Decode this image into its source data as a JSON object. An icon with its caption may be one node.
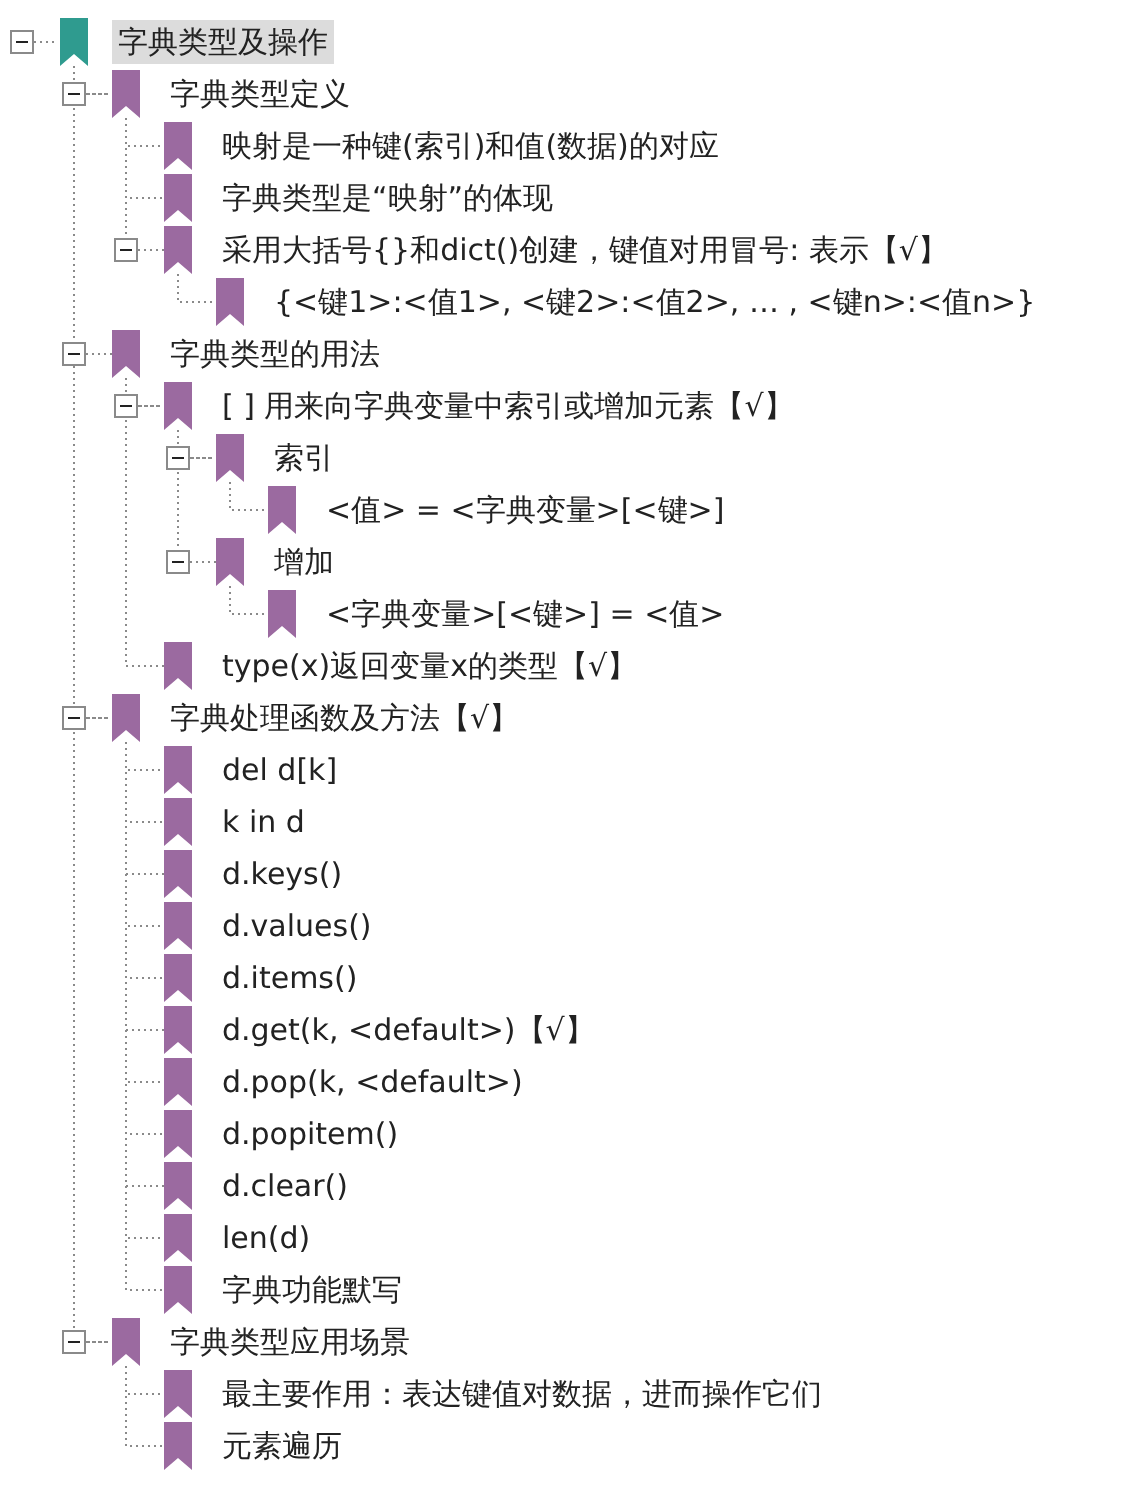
{
  "diagram": {
    "nodes": [
      {
        "text": [
          "字典类型及操作"
        ]
      },
      {
        "text": [
          "字典类型定义"
        ]
      },
      {
        "text": [
          "映射是一种键(索引)和值(数据)的对应"
        ]
      },
      {
        "text": [
          "字典类型是“映射”的体现"
        ]
      },
      {
        "text": [
          "采用大括号{}和dict()创建，键值对用冒号: 表示【√】"
        ]
      },
      {
        "text": [
          "{<键1>:<值1>, <键2>:<值2>, … , <键n>:<值n>}"
        ]
      },
      {
        "text": [
          "字典类型的用法"
        ]
      },
      {
        "text": [
          "[ ] 用来向字典变量中索引或增加元素【√】"
        ]
      },
      {
        "text": [
          "索引"
        ]
      },
      {
        "text": [
          "<值> = <字典变量>[<键>]"
        ]
      },
      {
        "text": [
          "增加"
        ]
      },
      {
        "text": [
          "<字典变量>[<键>] = <值>"
        ]
      },
      {
        "text": [
          "type(x)返回变量x的类型【√】"
        ]
      },
      {
        "text": [
          "字典处理函数及方法【√】"
        ]
      },
      {
        "text": [
          "del d[k]"
        ]
      },
      {
        "text": [
          "k in d"
        ]
      },
      {
        "text": [
          "d.keys()"
        ]
      },
      {
        "text": [
          "d.values()"
        ]
      },
      {
        "text": [
          "d.items()"
        ]
      },
      {
        "text": [
          "d.get(k, <default>)【√】"
        ]
      },
      {
        "text": [
          "d.pop(k, <default>)"
        ]
      },
      {
        "text": [
          "d.popitem()"
        ]
      },
      {
        "text": [
          "d.clear()"
        ]
      },
      {
        "text": [
          "len(d)"
        ]
      },
      {
        "text": [
          "字典功能默写"
        ]
      },
      {
        "text": [
          "字典类型应用场景"
        ]
      },
      {
        "text": [
          "最主要作用：表达键值对数据，进而操作它们"
        ]
      },
      {
        "text": [
          "元素遍历"
        ]
      }
    ],
    "edges": [
      {
        "from": 0,
        "to": 1,
        "arrow": "none"
      },
      {
        "from": 1,
        "to": 2,
        "arrow": "none"
      },
      {
        "from": 1,
        "to": 3,
        "arrow": "none"
      },
      {
        "from": 1,
        "to": 4,
        "arrow": "none"
      },
      {
        "from": 4,
        "to": 5,
        "arrow": "none"
      },
      {
        "from": 0,
        "to": 6,
        "arrow": "none"
      },
      {
        "from": 6,
        "to": 7,
        "arrow": "none"
      },
      {
        "from": 7,
        "to": 8,
        "arrow": "none"
      },
      {
        "from": 8,
        "to": 9,
        "arrow": "none"
      },
      {
        "from": 7,
        "to": 10,
        "arrow": "none"
      },
      {
        "from": 10,
        "to": 11,
        "arrow": "none"
      },
      {
        "from": 6,
        "to": 12,
        "arrow": "none"
      },
      {
        "from": 0,
        "to": 13,
        "arrow": "none"
      },
      {
        "from": 13,
        "to": 14,
        "arrow": "none"
      },
      {
        "from": 13,
        "to": 15,
        "arrow": "none"
      },
      {
        "from": 13,
        "to": 16,
        "arrow": "none"
      },
      {
        "from": 13,
        "to": 17,
        "arrow": "none"
      },
      {
        "from": 13,
        "to": 18,
        "arrow": "none"
      },
      {
        "from": 13,
        "to": 19,
        "arrow": "none"
      },
      {
        "from": 13,
        "to": 20,
        "arrow": "none"
      },
      {
        "from": 13,
        "to": 21,
        "arrow": "none"
      },
      {
        "from": 13,
        "to": 22,
        "arrow": "none"
      },
      {
        "from": 13,
        "to": 23,
        "arrow": "none"
      },
      {
        "from": 13,
        "to": 24,
        "arrow": "none"
      },
      {
        "from": 0,
        "to": 25,
        "arrow": "none"
      },
      {
        "from": 25,
        "to": 26,
        "arrow": "none"
      },
      {
        "from": 25,
        "to": 27,
        "arrow": "none"
      }
    ]
  }
}
